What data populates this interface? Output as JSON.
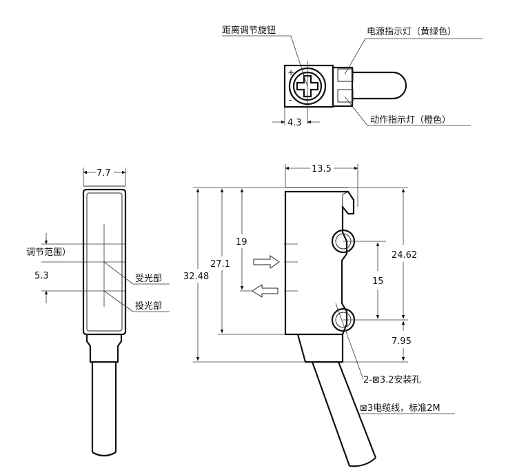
{
  "labels": {
    "distance_knob": "距离调节旋钮",
    "power_led": "电源指示灯（黄绿色）",
    "action_led": "动作指示灯（橙色）",
    "adjust_range": "调节范围）",
    "receiver": "受光部",
    "emitter": "投光部",
    "mount_holes": "2-⊠3.2安装孔",
    "cable": "⊠3电缆线，标准2M",
    "plus_sign": "+",
    "minus_sign": "-"
  },
  "dimensions": {
    "knob_offset": "4.3",
    "front_width": "7.7",
    "side_width": "13.5",
    "range": "5.3",
    "h_19": "19",
    "h_27_1": "27.1",
    "h_32_48": "32.48",
    "h_24_62": "24.62",
    "hole_spacing": "15",
    "h_7_95": "7.95"
  }
}
